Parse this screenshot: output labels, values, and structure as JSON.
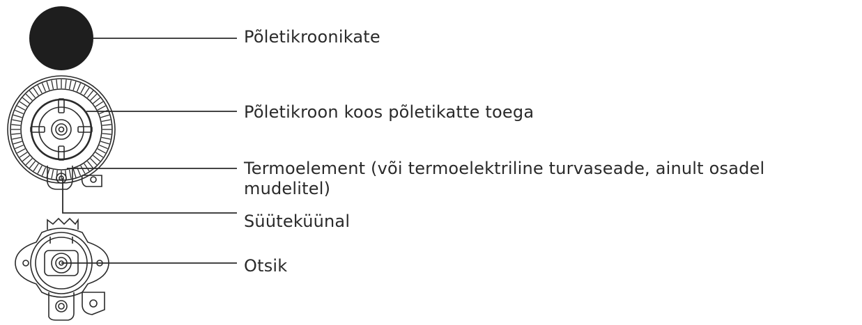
{
  "labels": {
    "burner_cap": "Põletikroonikate",
    "burner_crown": "Põletikroon koos põletikatte toega",
    "thermocouple_line1": "Termoelement (või termoelektriline turvaseade, ainult osadel",
    "thermocouple_line2": "mudelitel)",
    "spark_plug": "Süüteküünal",
    "nozzle": "Otsik"
  },
  "colors": {
    "line": "#2a2a2a",
    "cap_fill": "#1e1e1e",
    "text": "#2a2a2a"
  }
}
